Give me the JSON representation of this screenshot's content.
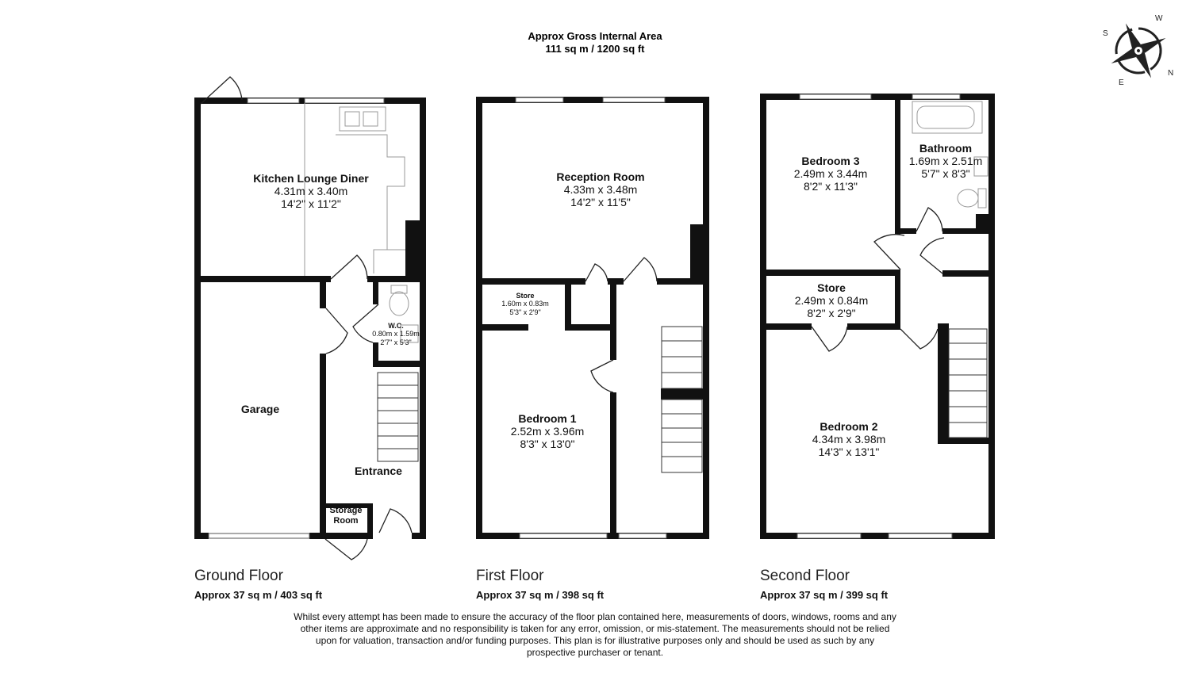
{
  "header": {
    "title": "Approx Gross Internal Area",
    "area": "111 sq m / 1200 sq ft"
  },
  "compass": {
    "labels": [
      "S",
      "W",
      "N",
      "E"
    ],
    "icon": "compass-rose-icon"
  },
  "floors": [
    {
      "name": "Ground Floor",
      "area": "Approx 37 sq m / 403 sq ft",
      "rooms": [
        {
          "name": "Kitchen Lounge Diner",
          "metric": "4.31m x 3.40m",
          "imperial": "14'2\" x 11'2\""
        },
        {
          "name": "Garage"
        },
        {
          "name": "W.C.",
          "metric": "0.80m x 1.59m",
          "imperial": "2'7\" x 5'3\""
        },
        {
          "name": "Entrance"
        },
        {
          "name": "Storage Room"
        }
      ]
    },
    {
      "name": "First Floor",
      "area": "Approx 37 sq m / 398 sq ft",
      "rooms": [
        {
          "name": "Reception Room",
          "metric": "4.33m x 3.48m",
          "imperial": "14'2\" x 11'5\""
        },
        {
          "name": "Store",
          "metric": "1.60m x 0.83m",
          "imperial": "5'3\" x 2'9\""
        },
        {
          "name": "Bedroom 1",
          "metric": "2.52m x 3.96m",
          "imperial": "8'3\" x 13'0\""
        }
      ]
    },
    {
      "name": "Second Floor",
      "area": "Approx 37 sq m / 399 sq ft",
      "rooms": [
        {
          "name": "Bedroom 3",
          "metric": "2.49m x 3.44m",
          "imperial": "8'2\" x 11'3\""
        },
        {
          "name": "Bathroom",
          "metric": "1.69m x 2.51m",
          "imperial": "5'7\" x 8'3\""
        },
        {
          "name": "Store",
          "metric": "2.49m x 0.84m",
          "imperial": "8'2\" x 2'9\""
        },
        {
          "name": "Bedroom 2",
          "metric": "4.34m x 3.98m",
          "imperial": "14'3\" x 13'1\""
        }
      ]
    }
  ],
  "disclaimer": "Whilst every attempt has been made to ensure the accuracy of the floor plan contained here, measurements of doors, windows, rooms and any other items are approximate and no responsibility is taken for any error, omission, or mis-statement. The measurements should not be relied upon for valuation, transaction and/or funding purposes. This plan is for illustrative purposes only and should be used as such by any prospective purchaser or tenant.",
  "colors": {
    "wall": "#111111",
    "line": "#999999"
  }
}
